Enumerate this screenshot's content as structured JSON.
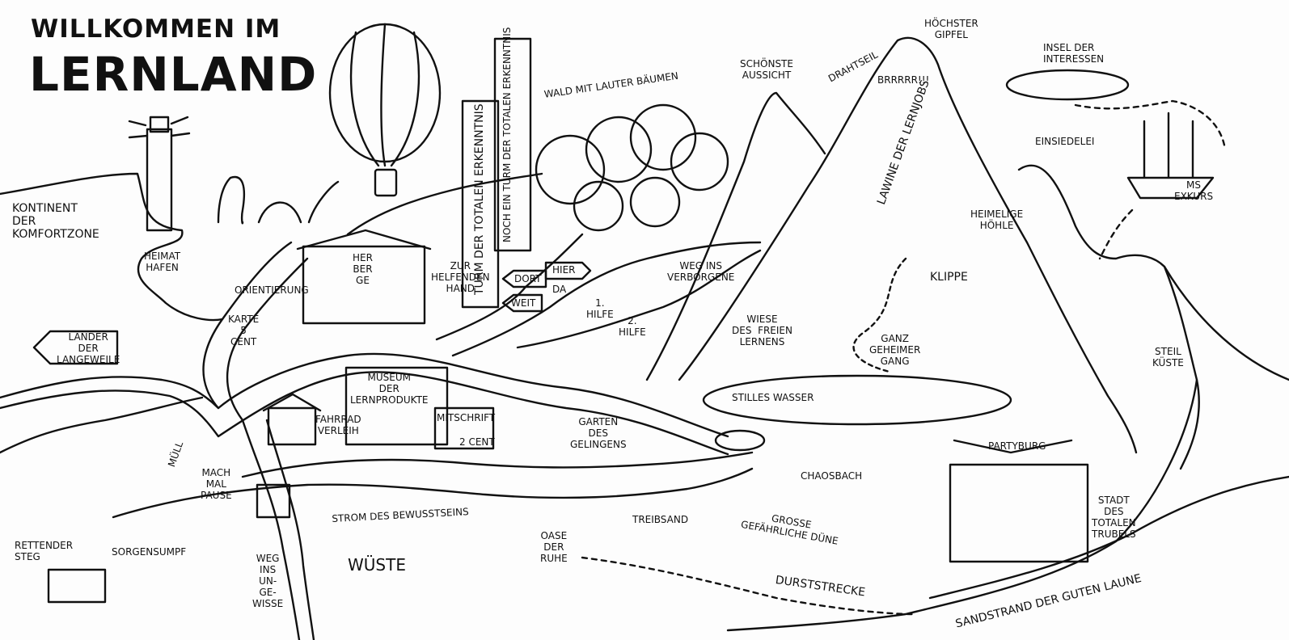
{
  "title": {
    "line1": "WILLKOMMEN IM",
    "line2": "LERNLAND"
  },
  "labels": {
    "kontinent": "KONTINENT\nDER\nKOMFORTZONE",
    "heimathafen": "HEIMAT\nHAFEN",
    "laender": "LÄNDER\nDER\nLANGEWEILE",
    "orientierung": "ORIENTIERUNG",
    "karte": "KARTE\n5\nCENT",
    "herberge": "HER\nBER\nGE",
    "helfende_hand": "ZUR\nHELFENDEN\nHAND",
    "turm_totalen": "TURM DER TOTALEN ERKENNTNIS",
    "noch_ein_turm": "NOCH EIN TURM DER TOTALEN ERKENNTNIS",
    "wald": "WALD MIT LAUTER BÄUMEN",
    "dort": "DORT",
    "hier": "HIER",
    "da": "DA",
    "weit": "WEIT",
    "hilfe1": "1.\nHILFE",
    "hilfe2": "2.\nHILFE",
    "weg_verborgene": "WEG INS\nVERBORGENE",
    "schoenste_aussicht": "SCHÖNSTE\nAUSSICHT",
    "drahtseil": "DRAHTSEIL",
    "hoechster_gipfel": "HÖCHSTER\nGIPFEL",
    "brrr": "BRRRRR!!!",
    "lawine": "LAWINE DER LERNJOBS",
    "insel": "INSEL DER\nINTERESSEN",
    "einsiedelei": "EINSIEDELEI",
    "ms_exkurs": "MS\nEXKURS",
    "heimelige_hoehle": "HEIMELIGE\nHÖHLE",
    "klippe": "KLIPPE",
    "wiese": "WIESE\nDES  FREIEN\nLERNENS",
    "geheimer_gang": "GANZ\nGEHEIMER\nGANG",
    "steilkueste": "STEIL\nKÜSTE",
    "stilles_wasser": "STILLES WASSER",
    "museum": "MUSEUM\nDER\nLERNPRODUKTE",
    "mitschrift": "MITSCHRIFT",
    "mitschrift_price": "2 CENT",
    "fahrradverleih": "FAHRRAD\nVERLEIH",
    "garten": "GARTEN\nDES\nGELINGENS",
    "partyburg": "PARTYBURG",
    "muell": "MÜLL",
    "mach_mal_pause": "MACH\nMAL\nPAUSE",
    "strom": "STROM DES BEWUSSTSEINS",
    "chaosbach": "CHAOSBACH",
    "treibsand": "TREIBSAND",
    "grosse_duene": "GROSSE\nGEFÄHRLICHE DÜNE",
    "stadt": "STADT\nDES\nTOTALEN\nTRUBELS",
    "rettender_steg": "RETTENDER\nSTEG",
    "sorgensumpf": "SORGENSUMPF",
    "wueste": "WÜSTE",
    "oase": "OASE\nDER\nRUHE",
    "weg_ungewisse": "WEG\nINS\nUN-\nGE-\nWISSE",
    "durststrecke": "DURSTSTRECKE",
    "sandstrand": "SANDSTRAND DER GUTEN LAUNE"
  }
}
